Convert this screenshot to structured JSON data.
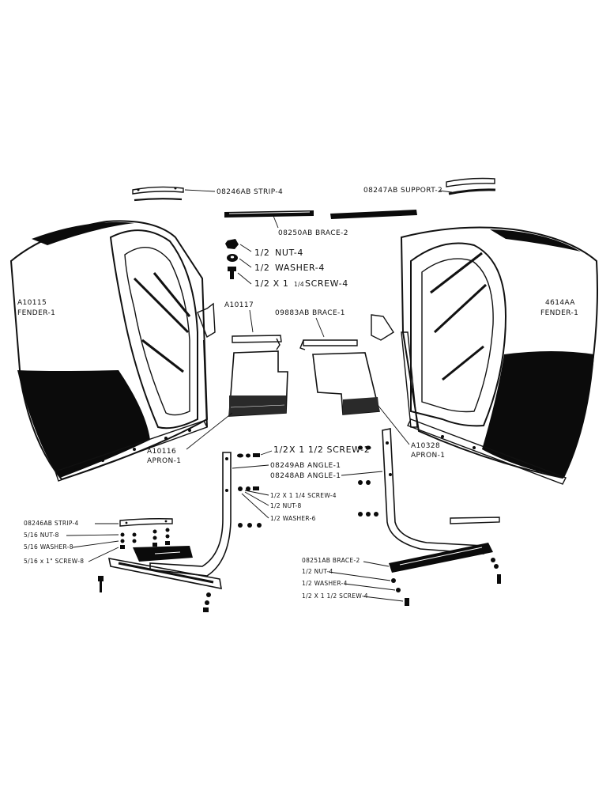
{
  "diagram": {
    "labels": {
      "strip_top": "08246AB STRIP-4",
      "support_top": "08247AB SUPPORT-2",
      "brace_top": "08250AB BRACE-2",
      "nut_top": "NUT-4",
      "washer_top": "WASHER-4",
      "screw_top": "SCREW-4",
      "half": "1/2",
      "quarter": "1/4",
      "half_x": "1/2 X 1",
      "fender_left_num": "A10115",
      "fender_left_name": "FENDER-1",
      "fender_right_num": "4614AA",
      "fender_right_name": "FENDER-1",
      "plate_left_num": "A10117",
      "brace_mid": "09883AB BRACE-1",
      "apron_left_num": "A10116",
      "apron_left_name": "APRON-1",
      "apron_right_num": "A10328",
      "apron_right_name": "APRON-1",
      "screw_mid": "X 1 1/2 SCREW-2",
      "angle_a": "08249AB ANGLE-1",
      "angle_b": "08248AB ANGLE-1",
      "screw_small": "1/2 X 1 1/4 SCREW-4",
      "nut_small": "1/2 NUT-8",
      "washer_small": "1/2 WASHER-6",
      "strip_bottom": "08246AB STRIP-4",
      "nut_516": "5/16 NUT-8",
      "washer_516": "5/16 WASHER-8",
      "screw_516": "5/16 x 1\" SCREW-8",
      "brace_bottom": "08251AB BRACE-2",
      "nut_bottom": "1/2 NUT-4",
      "washer_bottom": "1/2 WASHER-4",
      "screw_bottom": "1/2 X 1 1/2 SCREW-4"
    },
    "icons": {
      "nut": "hex-nut-icon",
      "washer": "washer-icon",
      "screw": "screw-icon"
    }
  }
}
